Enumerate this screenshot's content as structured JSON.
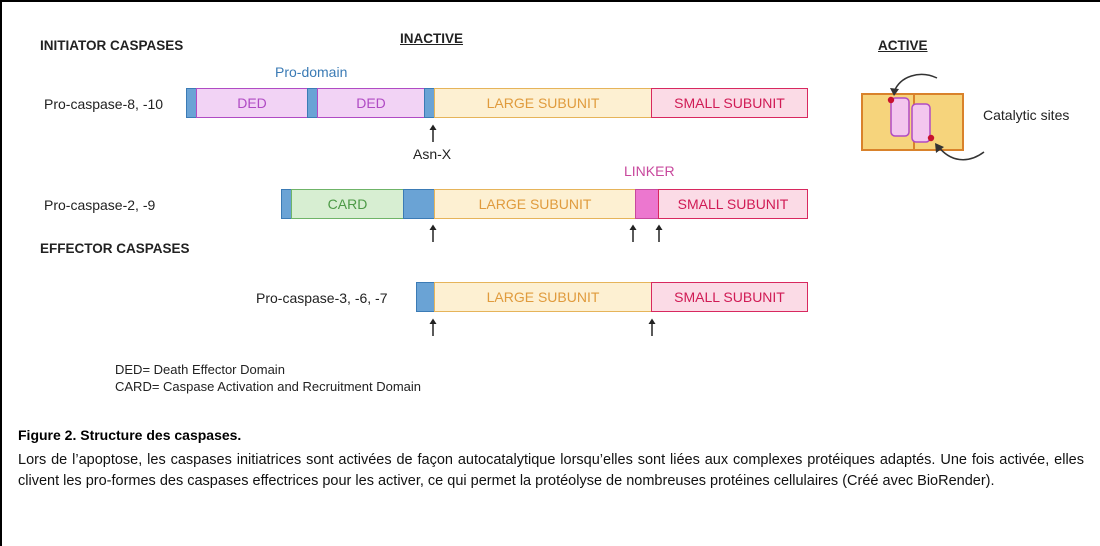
{
  "headers": {
    "initiator": "INITIATOR CASPASES",
    "inactive": "INACTIVE",
    "active": "ACTIVE",
    "effector": "EFFECTOR CASPASES"
  },
  "labels": {
    "pro_domain": "Pro-domain",
    "asn_x": "Asn-X",
    "linker": "LINKER",
    "catalytic_sites": "Catalytic sites"
  },
  "rows": [
    {
      "name": "Pro-caspase-8, -10",
      "segments": [
        "DED",
        "DED",
        "LARGE SUBUNIT",
        "SMALL SUBUNIT"
      ]
    },
    {
      "name": "Pro-caspase-2, -9",
      "segments": [
        "CARD",
        "LARGE SUBUNIT",
        "SMALL SUBUNIT"
      ]
    },
    {
      "name": "Pro-caspase-3, -6, -7",
      "segments": [
        "LARGE SUBUNIT",
        "SMALL SUBUNIT"
      ]
    }
  ],
  "legend": {
    "ded": "DED= Death Effector Domain",
    "card": "CARD= Caspase Activation and Recruitment Domain"
  },
  "caption": {
    "title": "Figure 2. Structure des caspases.",
    "body": "Lors de l’apoptose, les caspases initiatrices sont activées de façon autocatalytique lorsqu’elles sont liées aux complexes protéiques adaptés. Une fois activée, elles clivent les pro-formes des caspases effectrices pour les activer, ce qui permet la protéolyse de nombreuses protéines cellulaires (Créé avec BioRender)."
  },
  "colors": {
    "prodomain_blue": "#6aa3d5",
    "ded_purple": "#b04bc4",
    "card_green": "#6fb468",
    "large_orange": "#e09b3d",
    "small_red": "#d01b55",
    "linker_pink": "#ec77cf"
  }
}
